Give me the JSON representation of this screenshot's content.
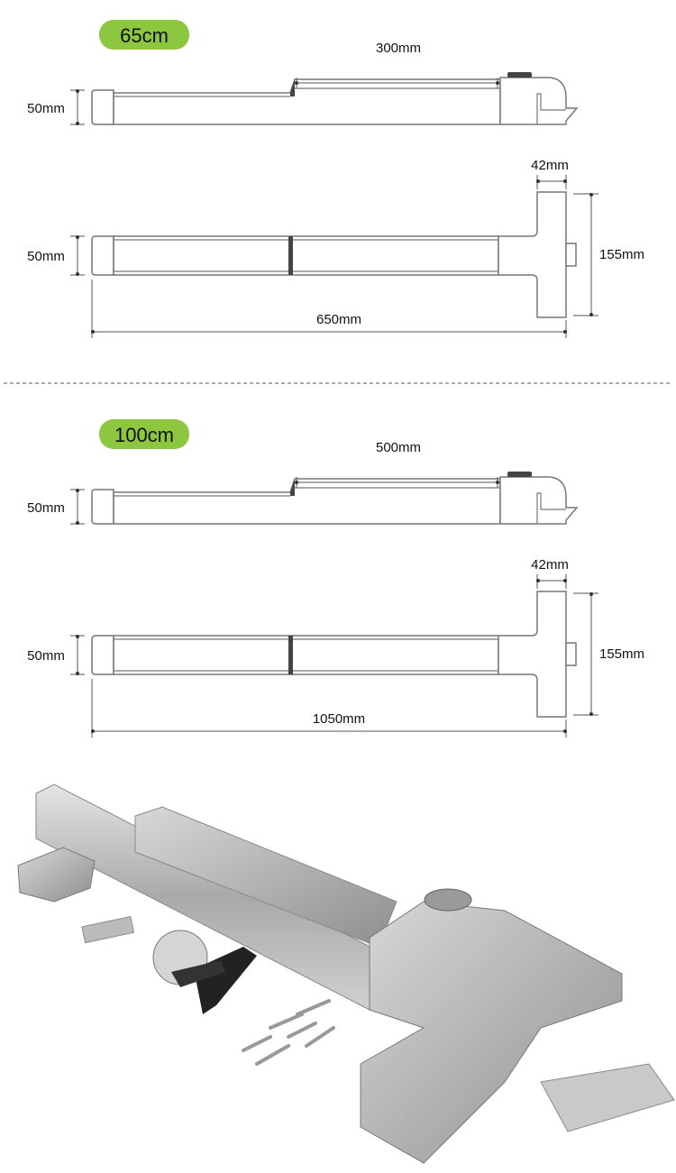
{
  "sections": [
    {
      "badge": "65cm",
      "side_length": "300mm",
      "height_side": "50mm",
      "height_top": "50mm",
      "head_width": "42mm",
      "head_height": "155mm",
      "total_length": "650mm"
    },
    {
      "badge": "100cm",
      "side_length": "500mm",
      "height_side": "50mm",
      "height_top": "50mm",
      "head_width": "42mm",
      "head_height": "155mm",
      "total_length": "1050mm"
    }
  ],
  "colors": {
    "badge": "#8dc63f",
    "steel": "#b8b8b8"
  }
}
